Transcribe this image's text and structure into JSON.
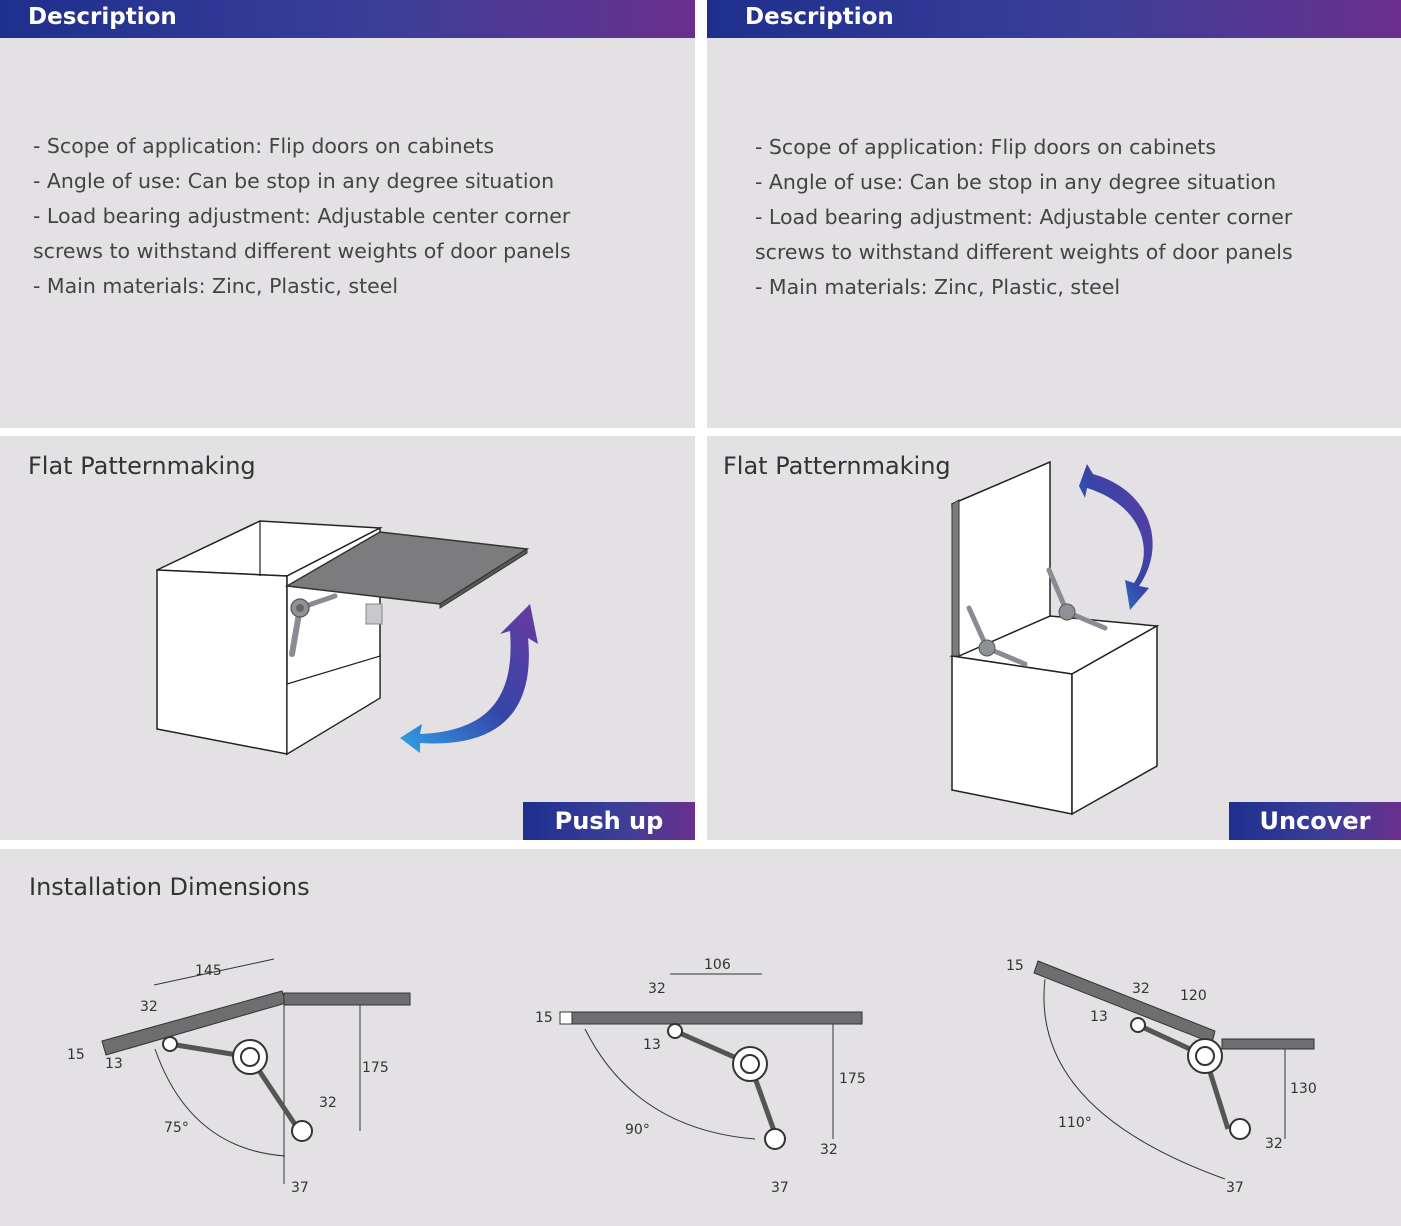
{
  "description_left": {
    "heading": "Description",
    "lines": [
      "- Scope of application: Flip doors on cabinets",
      "- Angle of use: Can be stop in any degree situation",
      "- Load bearing adjustment: Adjustable center corner",
      "screws to withstand different weights of door panels",
      "- Main materials: Zinc, Plastic, steel"
    ]
  },
  "description_right": {
    "heading": "Description",
    "lines": [
      "- Scope of application: Flip doors on cabinets",
      "- Angle of use: Can be stop in any degree situation",
      "- Load bearing adjustment: Adjustable center corner",
      "screws to withstand different weights of door panels",
      "- Main materials: Zinc, Plastic, steel"
    ]
  },
  "pattern_left": {
    "title": "Flat Patternmaking",
    "tag": "Push up"
  },
  "pattern_right": {
    "title": "Flat Patternmaking",
    "tag": "Uncover"
  },
  "installation": {
    "title": "Installation Dimensions",
    "diagram1": {
      "d145": "145",
      "d32a": "32",
      "d15": "15",
      "d13": "13",
      "d175": "175",
      "d32b": "32",
      "angle": "75°",
      "d37": "37"
    },
    "diagram2": {
      "d106": "106",
      "d32a": "32",
      "d15": "15",
      "d13": "13",
      "d175": "175",
      "angle": "90°",
      "d32b": "32",
      "d37": "37"
    },
    "diagram3": {
      "d15": "15",
      "d32a": "32",
      "d120": "120",
      "d13": "13",
      "d130": "130",
      "angle": "110°",
      "d32b": "32",
      "d37": "37"
    }
  },
  "colors": {
    "accent_start": "#1e2f8e",
    "accent_end": "#6a2f8e",
    "panel_bg": "#e3e1e4"
  }
}
